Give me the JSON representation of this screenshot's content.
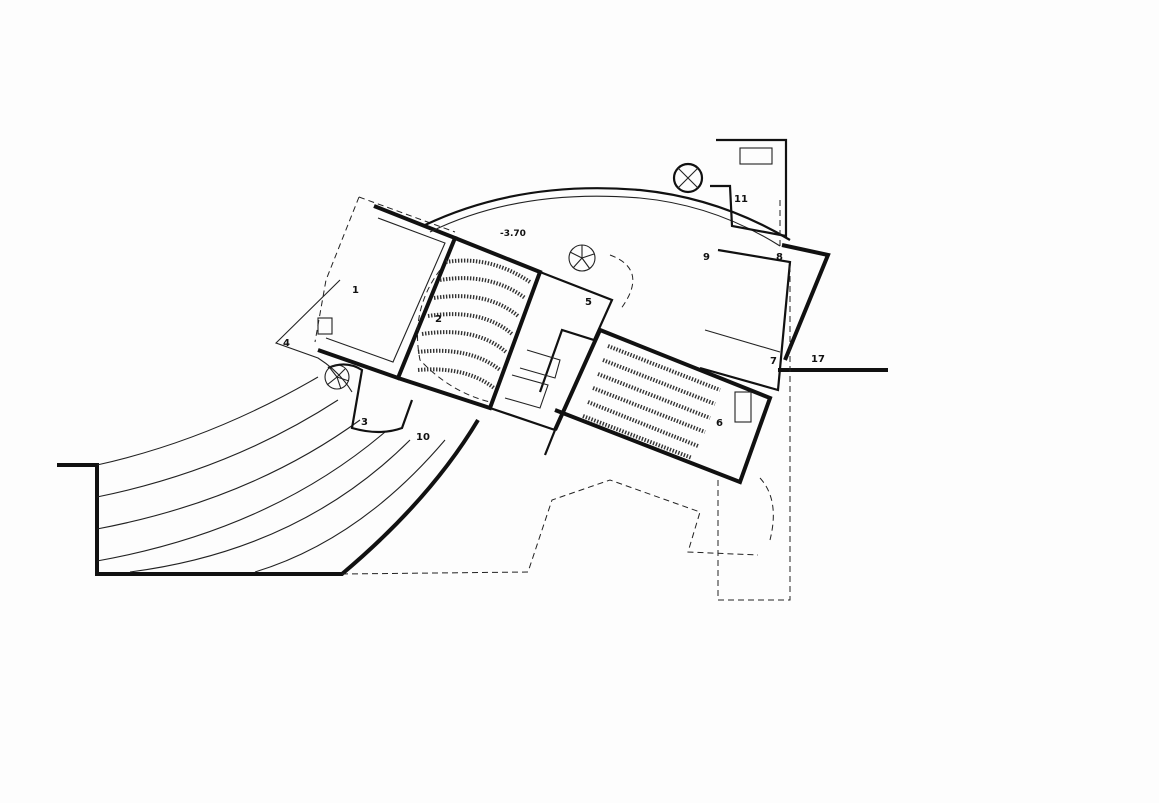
{
  "colors": {
    "paper": "#fdfdfd",
    "ink": "#111111"
  },
  "plan": {
    "level": "-3.70",
    "labels": [
      "1",
      "2",
      "3",
      "4",
      "5",
      "6",
      "7",
      "8",
      "9",
      "10",
      "11",
      "17"
    ]
  }
}
